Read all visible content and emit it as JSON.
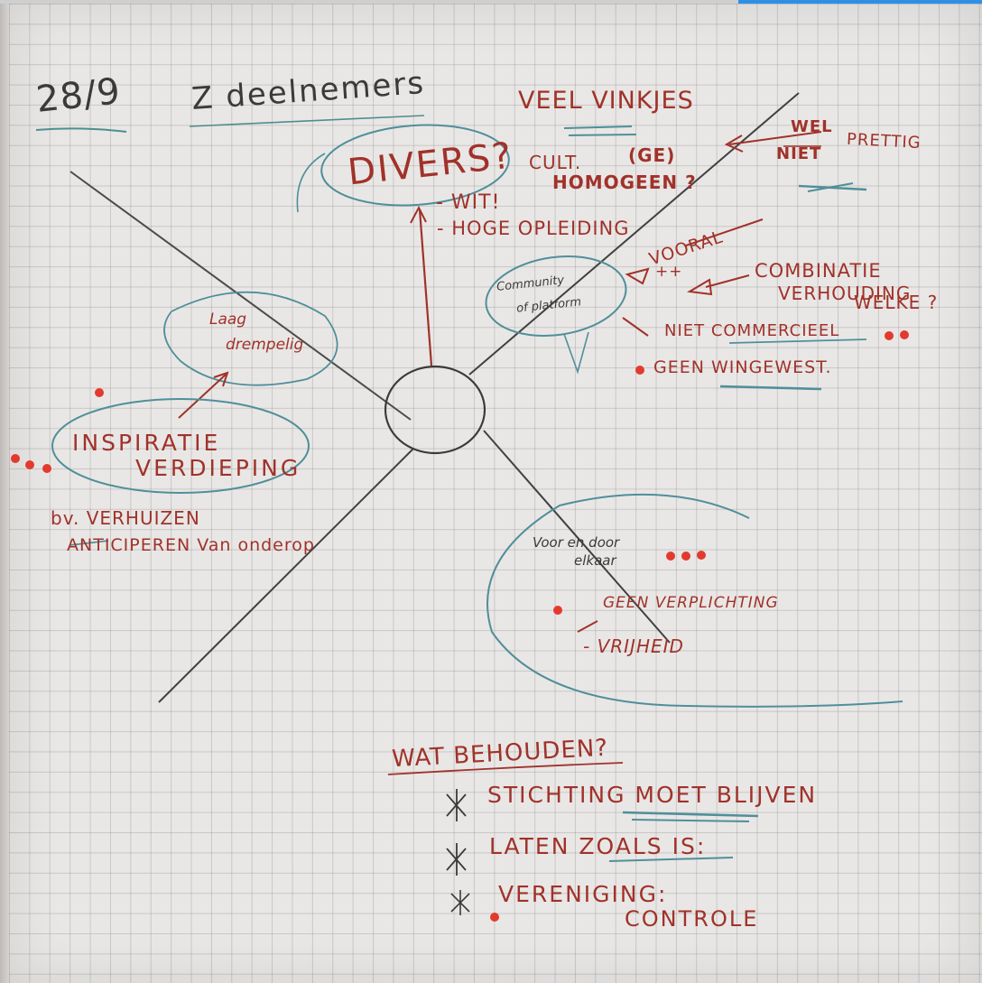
{
  "whiteboard": {
    "date": "28/9",
    "date_suffix": "Z deelnemers",
    "top_right": {
      "veel_vinkjes": "VEEL VINKJES",
      "wel": "WEL",
      "niet": "NIET",
      "prettig": "PRETTIG",
      "cult": "CULT.",
      "ge": "(GE)",
      "homogeen": "HOMOGEEN ?"
    },
    "divers": {
      "title": "DIVERS?",
      "item_1": "- WIT!",
      "item_2": "- HOGE OPLEIDING"
    },
    "community": {
      "label_1": "Community",
      "label_2": "of platform",
      "vooral": "VOORAL",
      "plus": "++",
      "combinatie": "COMBINATIE",
      "verhouding": "VERHOUDING",
      "welke": "WELKE ?",
      "niet_commercieel": "NIET COMMERCIEEL",
      "geen_wingewest": "GEEN WINGEWEST."
    },
    "left": {
      "laag_1": "Laag",
      "laag_2": "drempelig",
      "inspiratie": "INSPIRATIE",
      "verdieping": "VERDIEPING",
      "bv_1": "bv. VERHUIZEN",
      "bv_2": "ANTICIPEREN Van onderop"
    },
    "bottom_right": {
      "voor_door_1": "Voor en door",
      "voor_door_2": "elkaar",
      "geen_verplichting": "GEEN VERPLICHTING",
      "vrijheid": "- VRIJHEID"
    },
    "bottom": {
      "heading": "WAT BEHOUDEN?",
      "item_1": "STICHTING MOET BLIJVEN",
      "item_2": "LATEN ZOALS IS:",
      "item_3": "VERENIGING:",
      "item_3_sub": "CONTROLE"
    },
    "colors": {
      "red_ink": "#a0322a",
      "dark_ink": "#3c3a38",
      "blue_ink": "#4f8f9a",
      "dot": "#e23a2e"
    }
  }
}
